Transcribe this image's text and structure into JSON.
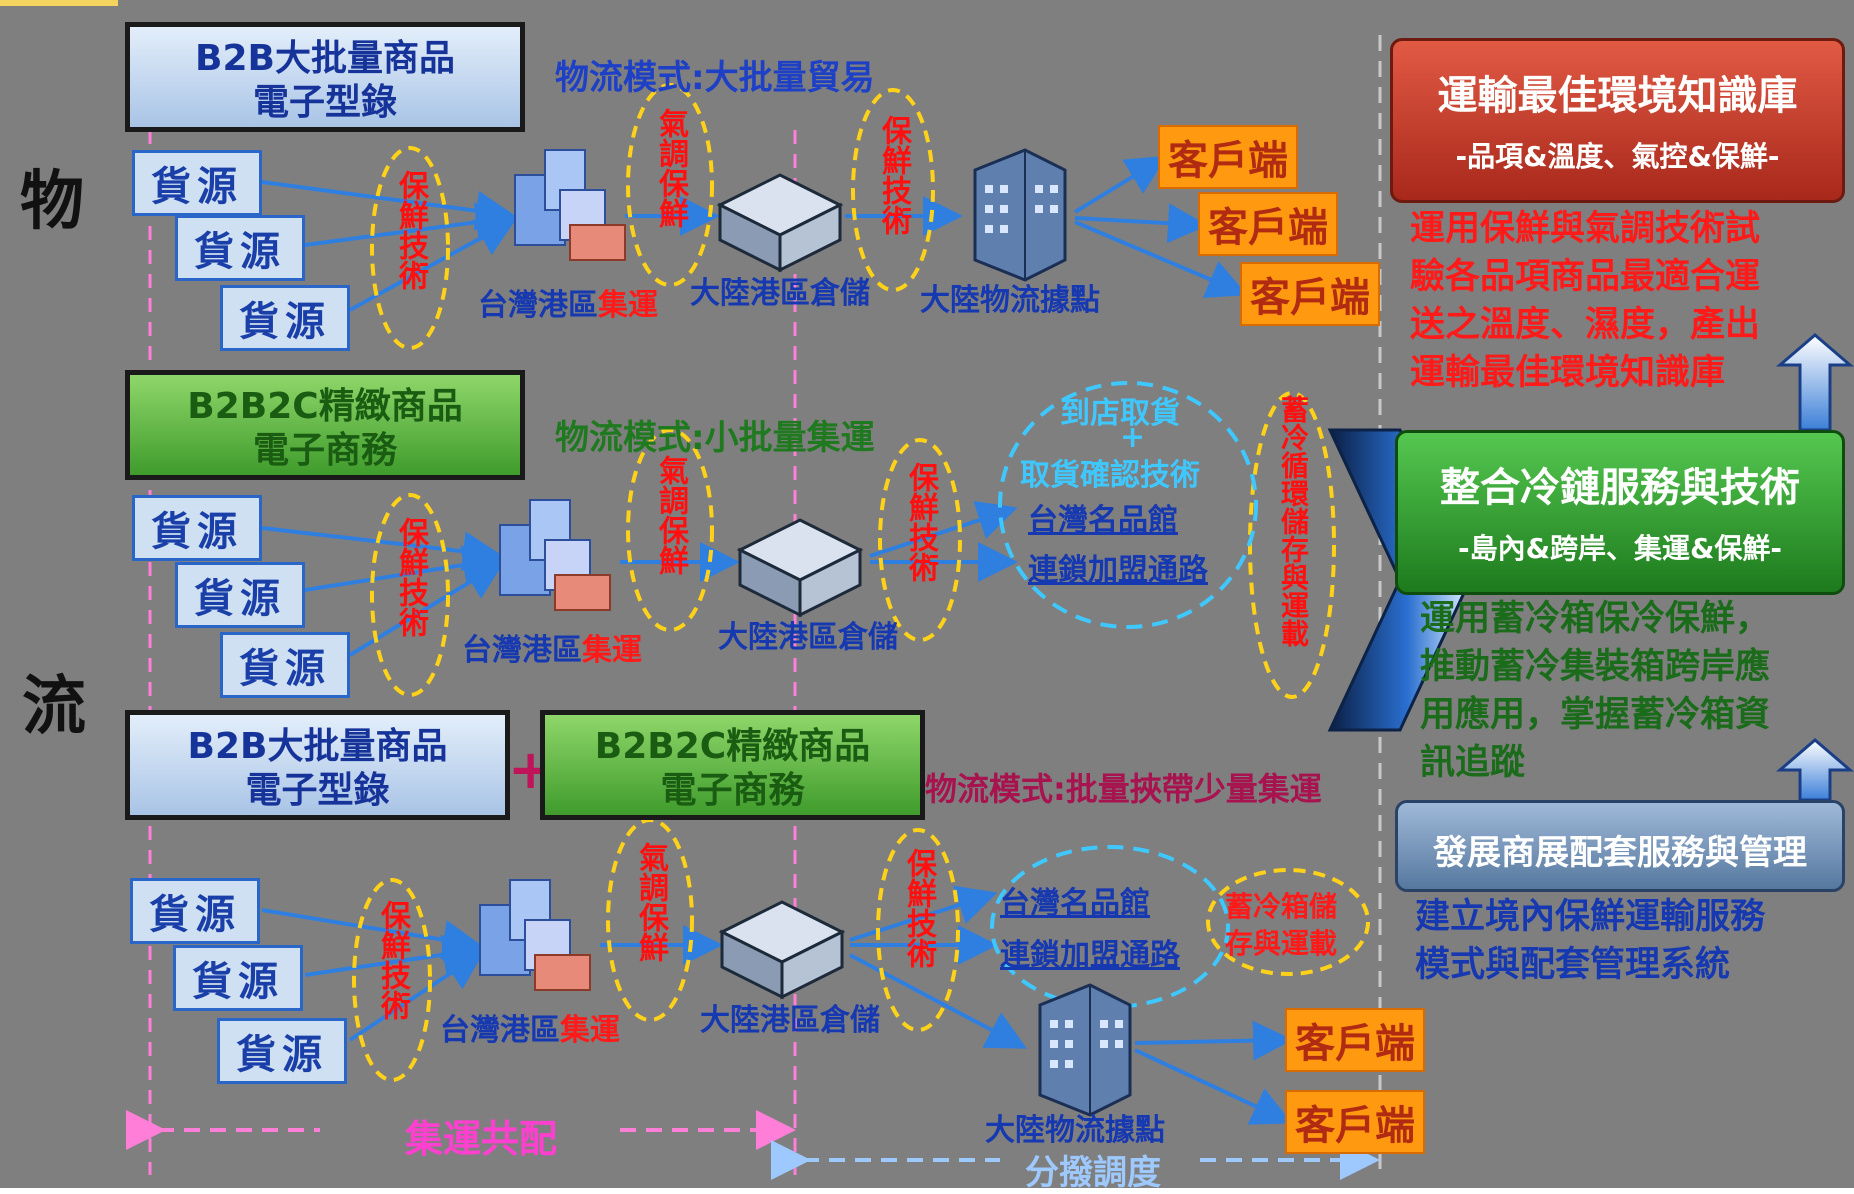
{
  "left_labels": [
    "物",
    "流"
  ],
  "rows": {
    "row1": {
      "header": [
        "B2B大批量商品",
        "電子型錄"
      ],
      "mode": "物流模式:大批量貿易",
      "sources": [
        "貨源",
        "貨源",
        "貨源"
      ],
      "ellipse_1": "保鮮技術",
      "hub_1": [
        "台灣港區",
        "集運"
      ],
      "ellipse_2": "氣調保鮮",
      "hub_2": "大陸港區倉儲",
      "ellipse_3": "保鮮技術",
      "hub_3": "大陸物流據點",
      "customers": [
        "客戶端",
        "客戶端",
        "客戶端"
      ]
    },
    "row2": {
      "header": [
        "B2B2C精緻商品",
        "電子商務"
      ],
      "mode": "物流模式:小批量集運",
      "sources": [
        "貨源",
        "貨源",
        "貨源"
      ],
      "ellipse_1": "保鮮技術",
      "hub_1": [
        "台灣港區",
        "集運"
      ],
      "ellipse_2": "氣調保鮮",
      "hub_2": "大陸港區倉儲",
      "ellipse_3": "保鮮技術",
      "pickup": [
        "到店取貨",
        "+",
        "取貨確認技術"
      ],
      "channels": [
        "台灣名品館",
        "連鎖加盟通路"
      ],
      "cold_store": "蓄冷循環儲存與運載"
    },
    "row3": {
      "header_b2b": [
        "B2B大批量商品",
        "電子型錄"
      ],
      "plus": "+",
      "header_b2b2c": [
        "B2B2C精緻商品",
        "電子商務"
      ],
      "mode": "物流模式:批量挾帶少量集運",
      "sources": [
        "貨源",
        "貨源",
        "貨源"
      ],
      "ellipse_1": "保鮮技術",
      "hub_1": [
        "台灣港區",
        "集運"
      ],
      "ellipse_2": "氣調保鮮",
      "hub_2": "大陸港區倉儲",
      "ellipse_3": "保鮮技術",
      "channels": [
        "台灣名品館",
        "連鎖加盟通路"
      ],
      "cold_box": [
        "蓄冷箱儲",
        "存與運載"
      ],
      "hub_3": "大陸物流據點",
      "customers": [
        "客戶端",
        "客戶端"
      ]
    }
  },
  "bottom": {
    "consolidation": "集運共配",
    "distribution": "分撥調度"
  },
  "right": {
    "box1_title": "運輸最佳環境知識庫",
    "box1_sub": "-品項&溫度、氣控&保鮮-",
    "box1_desc": [
      "運用保鮮與氣調技術試",
      "驗各品項商品最適合運",
      "送之溫度、濕度，產出",
      "運輸最佳環境知識庫"
    ],
    "box2_title": "整合冷鏈服務與技術",
    "box2_sub": "-島內&跨岸、集運&保鮮-",
    "box2_desc": [
      "運用蓄冷箱保冷保鮮，",
      "推動蓄冷集裝箱跨岸應",
      "用應用，掌握蓄冷箱資",
      "訊追蹤"
    ],
    "box3_title": "發展商展配套服務與管理",
    "box3_desc": [
      "建立境內保鮮運輸服務",
      "模式與配套管理系統"
    ]
  },
  "colors": {
    "background": "#7f7f7f",
    "source_fill": "#cfe0f2",
    "customer_fill": "#ff9a10",
    "kb_box": "#c8402e",
    "cold_chain_box": "#2f9b2f",
    "service_box": "#6f8fb4",
    "arrow_blue": "#2f7fe0",
    "ellipse_yellow": "#ffd21a",
    "ellipse_cyan": "#3fc8ff",
    "red_text": "#ff1a1a",
    "pink_line": "#ff7fd8"
  }
}
